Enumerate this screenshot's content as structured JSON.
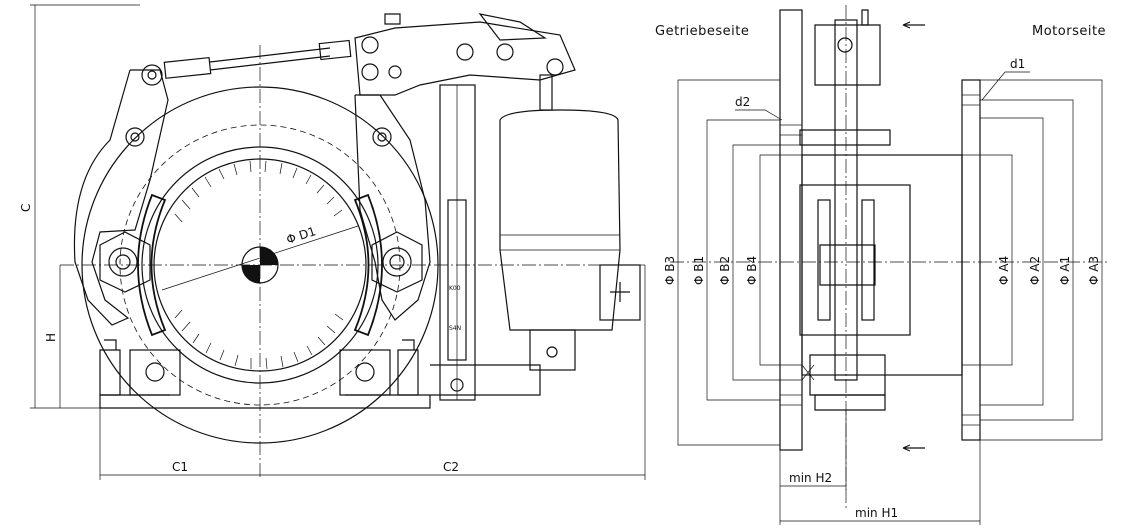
{
  "side_labels": {
    "gearbox": "Getriebeseite",
    "motor": "Motorseite"
  },
  "front_view": {
    "dims": {
      "c": "C",
      "h": "H",
      "c1": "C1",
      "c2": "C2",
      "d1": "Φ D1"
    },
    "scale": {
      "upper": "K00",
      "lower": "S4N"
    }
  },
  "side_view": {
    "left_diameters": [
      "Φ B3",
      "Φ B1",
      "Φ B2",
      "Φ B4"
    ],
    "right_diameters": [
      "Φ A4",
      "Φ A2",
      "Φ A1",
      "Φ A3"
    ],
    "bore_labels": {
      "d1": "d1",
      "d2": "d2"
    },
    "bottom_dims": {
      "min_h2": "min H2",
      "min_h1": "min H1"
    }
  }
}
